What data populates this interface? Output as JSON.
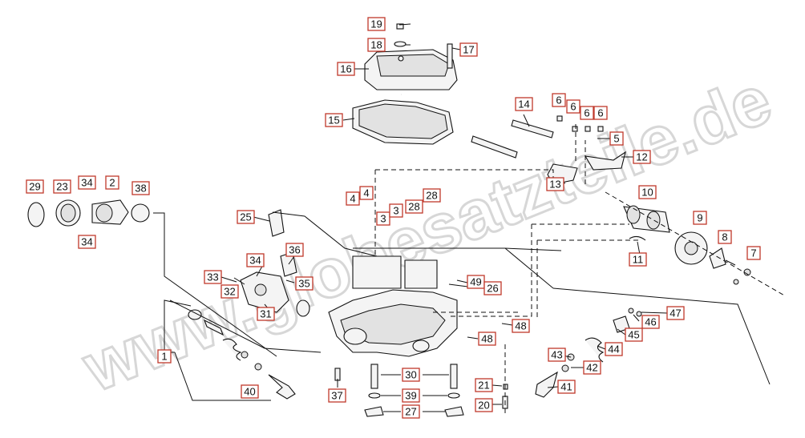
{
  "watermark": "www.globesatzteile.de",
  "callouts": {
    "c1": "1",
    "c2": "2",
    "c3a": "3",
    "c3b": "3",
    "c4a": "4",
    "c4b": "4",
    "c5": "5",
    "c6a": "6",
    "c6b": "6",
    "c6c": "6",
    "c6d": "6",
    "c7": "7",
    "c8": "8",
    "c9": "9",
    "c10": "10",
    "c11": "11",
    "c12": "12",
    "c13": "13",
    "c14": "14",
    "c15": "15",
    "c16": "16",
    "c17": "17",
    "c18": "18",
    "c19": "19",
    "c20": "20",
    "c21": "21",
    "c23": "23",
    "c25": "25",
    "c26": "26",
    "c27": "27",
    "c28a": "28",
    "c28b": "28",
    "c29": "29",
    "c30": "30",
    "c31": "31",
    "c32": "32",
    "c33": "33",
    "c34a": "34",
    "c34b": "34",
    "c34c": "34",
    "c35": "35",
    "c36": "36",
    "c37": "37",
    "c38": "38",
    "c39": "39",
    "c40": "40",
    "c41": "41",
    "c42": "42",
    "c43": "43",
    "c44": "44",
    "c45": "45",
    "c46": "46",
    "c47": "47",
    "c48a": "48",
    "c48b": "48",
    "c49": "49"
  },
  "colors": {
    "callout_border": "#c0392b",
    "line": "#111111",
    "watermark": "#d7d7d7"
  }
}
